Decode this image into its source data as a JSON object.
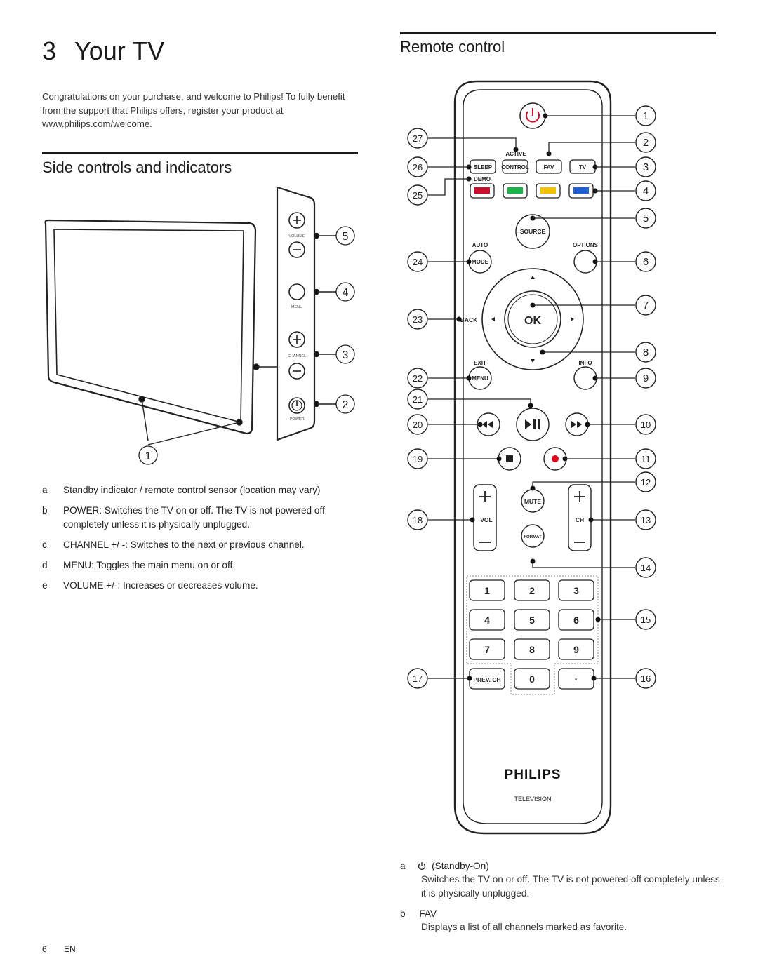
{
  "chapter": {
    "number": "3",
    "title": "Your TV"
  },
  "intro": "Congratulations on your purchase, and welcome to Philips! To fully benefit from the support that Philips offers, register your product at www.philips.com/welcome.",
  "side_section": {
    "title": "Side controls and indicators",
    "panel_labels": {
      "volume": "VOLUME",
      "menu": "MENU",
      "channel": "CHANNEL",
      "power": "POWER"
    },
    "callouts": [
      "5",
      "4",
      "3",
      "2",
      "1"
    ],
    "items": [
      {
        "letter": "a",
        "text": "Standby indicator / remote control sensor (location may vary)"
      },
      {
        "letter": "b",
        "text": "POWER: Switches the TV on or off. The TV is not powered off completely unless it is physically unplugged."
      },
      {
        "letter": "c",
        "text": "CHANNEL +/ -: Switches to the next or previous channel."
      },
      {
        "letter": "d",
        "text": "MENU: Toggles the main menu on or off."
      },
      {
        "letter": "e",
        "text": "VOLUME +/-: Increases or decreases volume."
      }
    ]
  },
  "remote_section": {
    "title": "Remote control",
    "labels": {
      "active": "ACTIVE",
      "sleep": "SLEEP",
      "control": "CONTROL",
      "fav": "FAV",
      "tv": "TV",
      "demo": "DEMO",
      "source": "SOURCE",
      "auto": "AUTO",
      "options": "OPTIONS",
      "mode": "MODE",
      "back": "BACK",
      "ok": "OK",
      "exit": "EXIT",
      "info": "INFO",
      "menu": "MENU",
      "mute": "MUTE",
      "vol": "VOL",
      "ch": "CH",
      "format": "FORMAT",
      "prev_ch": "PREV. CH",
      "brand": "PHILIPS",
      "subbrand": "TELEVISION"
    },
    "keypad": [
      "1",
      "2",
      "3",
      "4",
      "5",
      "6",
      "7",
      "8",
      "9",
      "0",
      "·"
    ],
    "callouts_right": [
      "1",
      "2",
      "3",
      "4",
      "5",
      "6",
      "7",
      "8",
      "9",
      "10",
      "11",
      "12",
      "13",
      "14",
      "15",
      "16"
    ],
    "callouts_left": [
      "27",
      "26",
      "25",
      "24",
      "23",
      "22",
      "21",
      "20",
      "19",
      "18",
      "17"
    ],
    "items": [
      {
        "letter": "a",
        "label": "(Standby-On)",
        "desc": "Switches the TV on or off. The TV is not powered off completely unless it is physically unplugged."
      },
      {
        "letter": "b",
        "label": "FAV",
        "desc": "Displays a list of all channels marked as favorite."
      }
    ]
  },
  "footer": {
    "page": "6",
    "lang": "EN"
  },
  "colors": {
    "red": "#c8102e",
    "green": "#19b34a",
    "yellow": "#f2c200",
    "blue": "#1e5fd6",
    "record": "#e0001a"
  }
}
